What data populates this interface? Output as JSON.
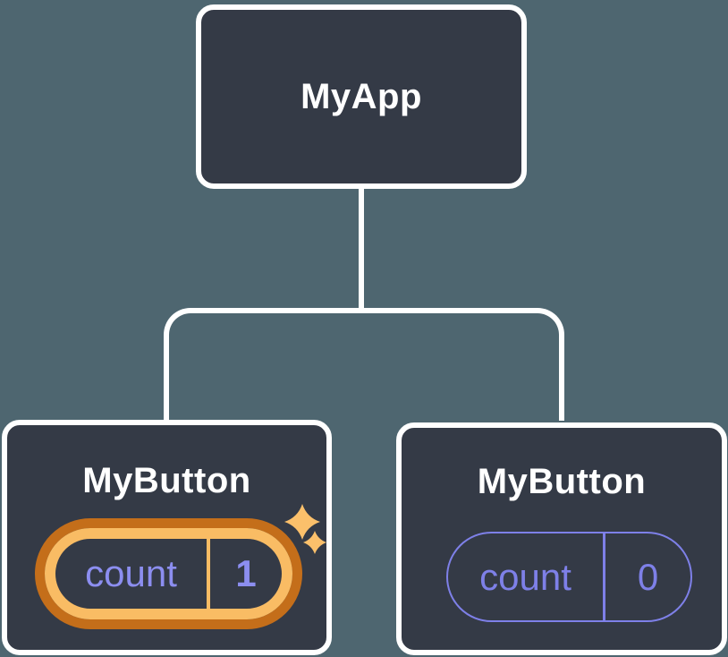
{
  "colors": {
    "background": "#4E6670",
    "node_fill": "#343A46",
    "node_border": "#FFFFFF",
    "connector": "#FFFFFF",
    "title_text": "#FFFFFF",
    "highlight_outer": "#C46E1A",
    "highlight_inner": "#F9BC64",
    "sparkle": "#FBC06B",
    "purple_left": "#8C8EF0",
    "purple_right": "#7E80E8"
  },
  "tree": {
    "root": {
      "label": "MyApp"
    },
    "children": [
      {
        "label": "MyButton",
        "state_key": "count",
        "state_value": "1",
        "highlighted": true
      },
      {
        "label": "MyButton",
        "state_key": "count",
        "state_value": "0",
        "highlighted": false
      }
    ]
  }
}
